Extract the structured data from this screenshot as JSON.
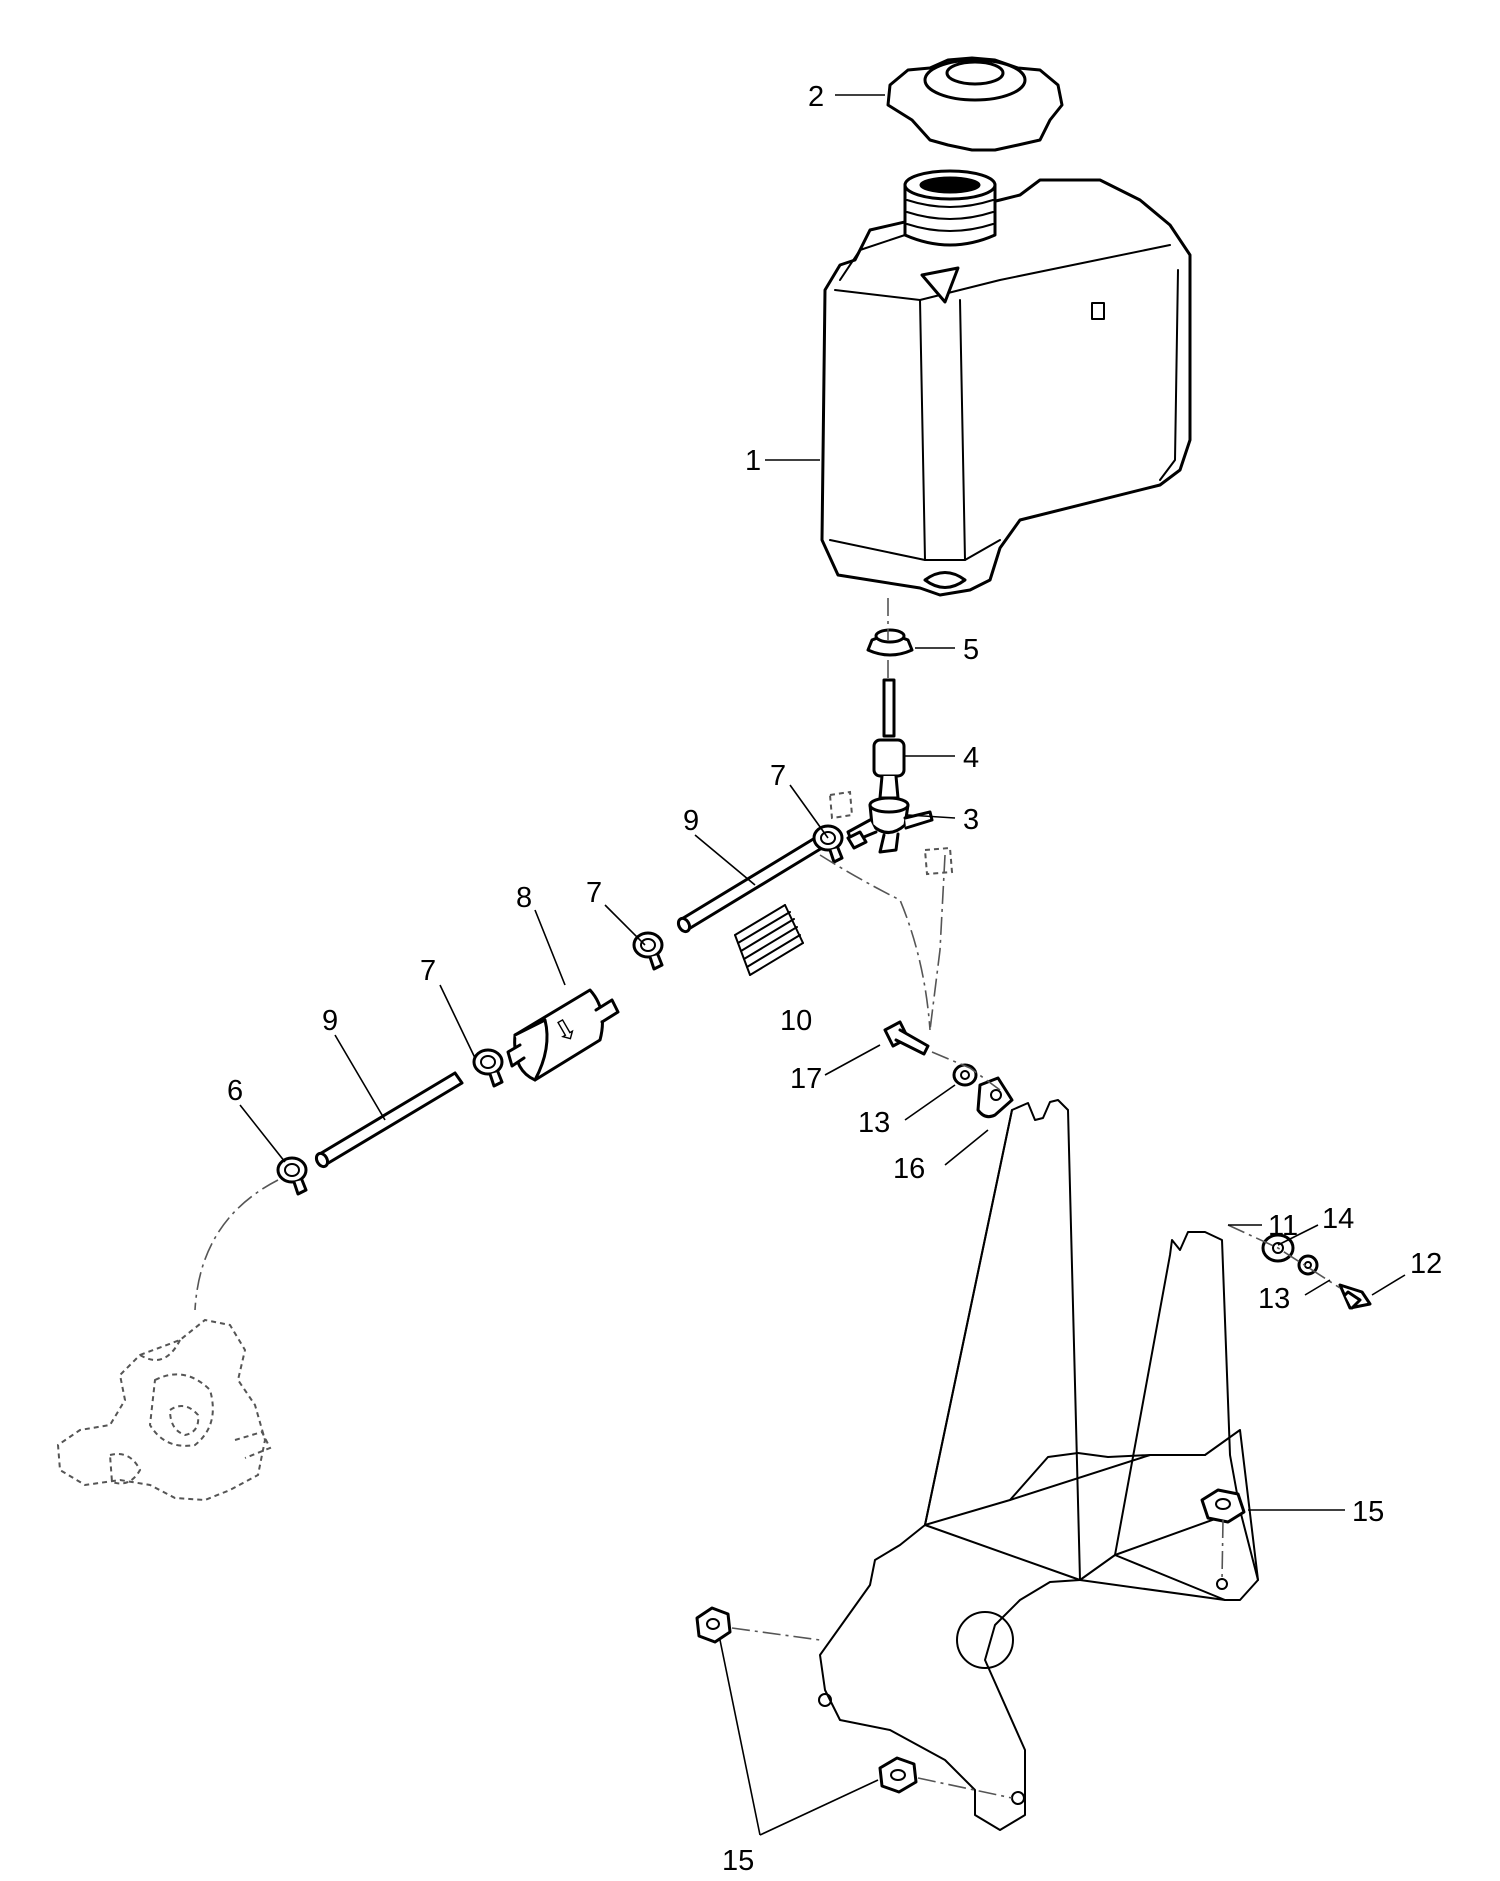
{
  "callouts": {
    "c1": "1",
    "c2": "2",
    "c3": "3",
    "c4": "4",
    "c5": "5",
    "c6": "6",
    "c7a": "7",
    "c7b": "7",
    "c7c": "7",
    "c8": "8",
    "c9a": "9",
    "c9b": "9",
    "c10": "10",
    "c11": "11",
    "c12": "12",
    "c13a": "13",
    "c13b": "13",
    "c14": "14",
    "c15a": "15",
    "c15b": "15",
    "c16": "16",
    "c17": "17"
  },
  "colors": {
    "line": "#000000",
    "ghost": "#555555",
    "background": "#ffffff"
  }
}
